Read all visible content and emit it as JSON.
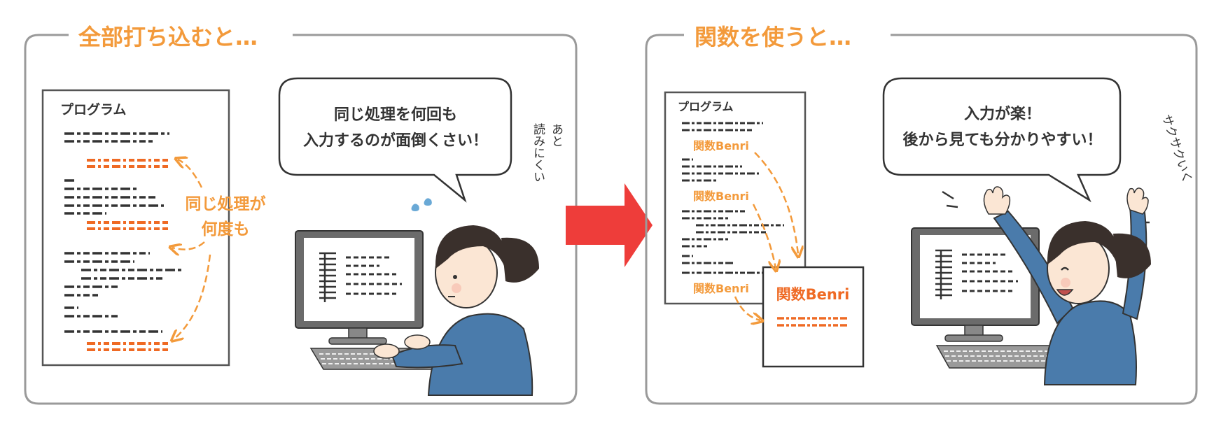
{
  "left_panel": {
    "title": "全部打ち込むと…",
    "doc_title": "プログラム",
    "annotation_line1": "同じ処理が",
    "annotation_line2": "何度も",
    "speech_line1": "同じ処理を何回も",
    "speech_line2": "入力するのが面倒くさい！",
    "aside_col1": "あと",
    "aside_col2": "読みにくい"
  },
  "right_panel": {
    "title": "関数を使うと…",
    "doc_title": "プログラム",
    "call_label_1": "関数Benri",
    "call_label_2": "関数Benri",
    "call_label_3": "関数Benri",
    "function_box_title": "関数Benri",
    "speech_line1": "入力が楽！",
    "speech_line2": "後から見ても分かりやすい！",
    "aside": "サクサクいく"
  },
  "colors": {
    "accent_orange": "#f39a3b",
    "code_orange": "#ef6a24",
    "arrow_red": "#ee3d3a",
    "frame_gray": "#9a9a9a",
    "ink": "#333333",
    "shirt_blue": "#4a7bab",
    "hair": "#3a302c",
    "skin": "#fbe6d4"
  },
  "icons": [
    "transition-arrow-icon",
    "sweat-drops-icon",
    "excitement-lines-icon"
  ]
}
